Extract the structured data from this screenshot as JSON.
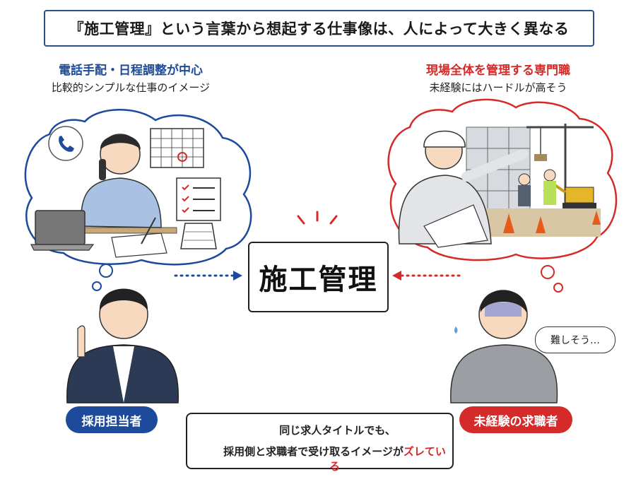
{
  "title": "『施工管理』という言葉から想起する仕事像は、人によって大きく異なる",
  "left": {
    "heading": "電話手配・日程調整が中心",
    "subheading": "比較的シンプルな仕事のイメージ",
    "label": "採用担当者",
    "color": "#1d4a9a"
  },
  "right": {
    "heading": "現場全体を管理する専門職",
    "subheading": "未経験にはハードルが高そう",
    "label": "未経験の求職者",
    "speech": "難しそう…",
    "color": "#d42a2a"
  },
  "center": {
    "label": "施工管理"
  },
  "message": {
    "line1": "同じ求人タイトルでも、",
    "line2_prefix": "採用側と求職者で受け取るイメージが",
    "line2_highlight": "ズレている"
  },
  "icons": [
    "phone-icon",
    "calendar-icon",
    "checklist-icon",
    "laptop-icon",
    "lightbulb-icon",
    "crane-icon",
    "excavator-icon",
    "traffic-cone-icon"
  ]
}
